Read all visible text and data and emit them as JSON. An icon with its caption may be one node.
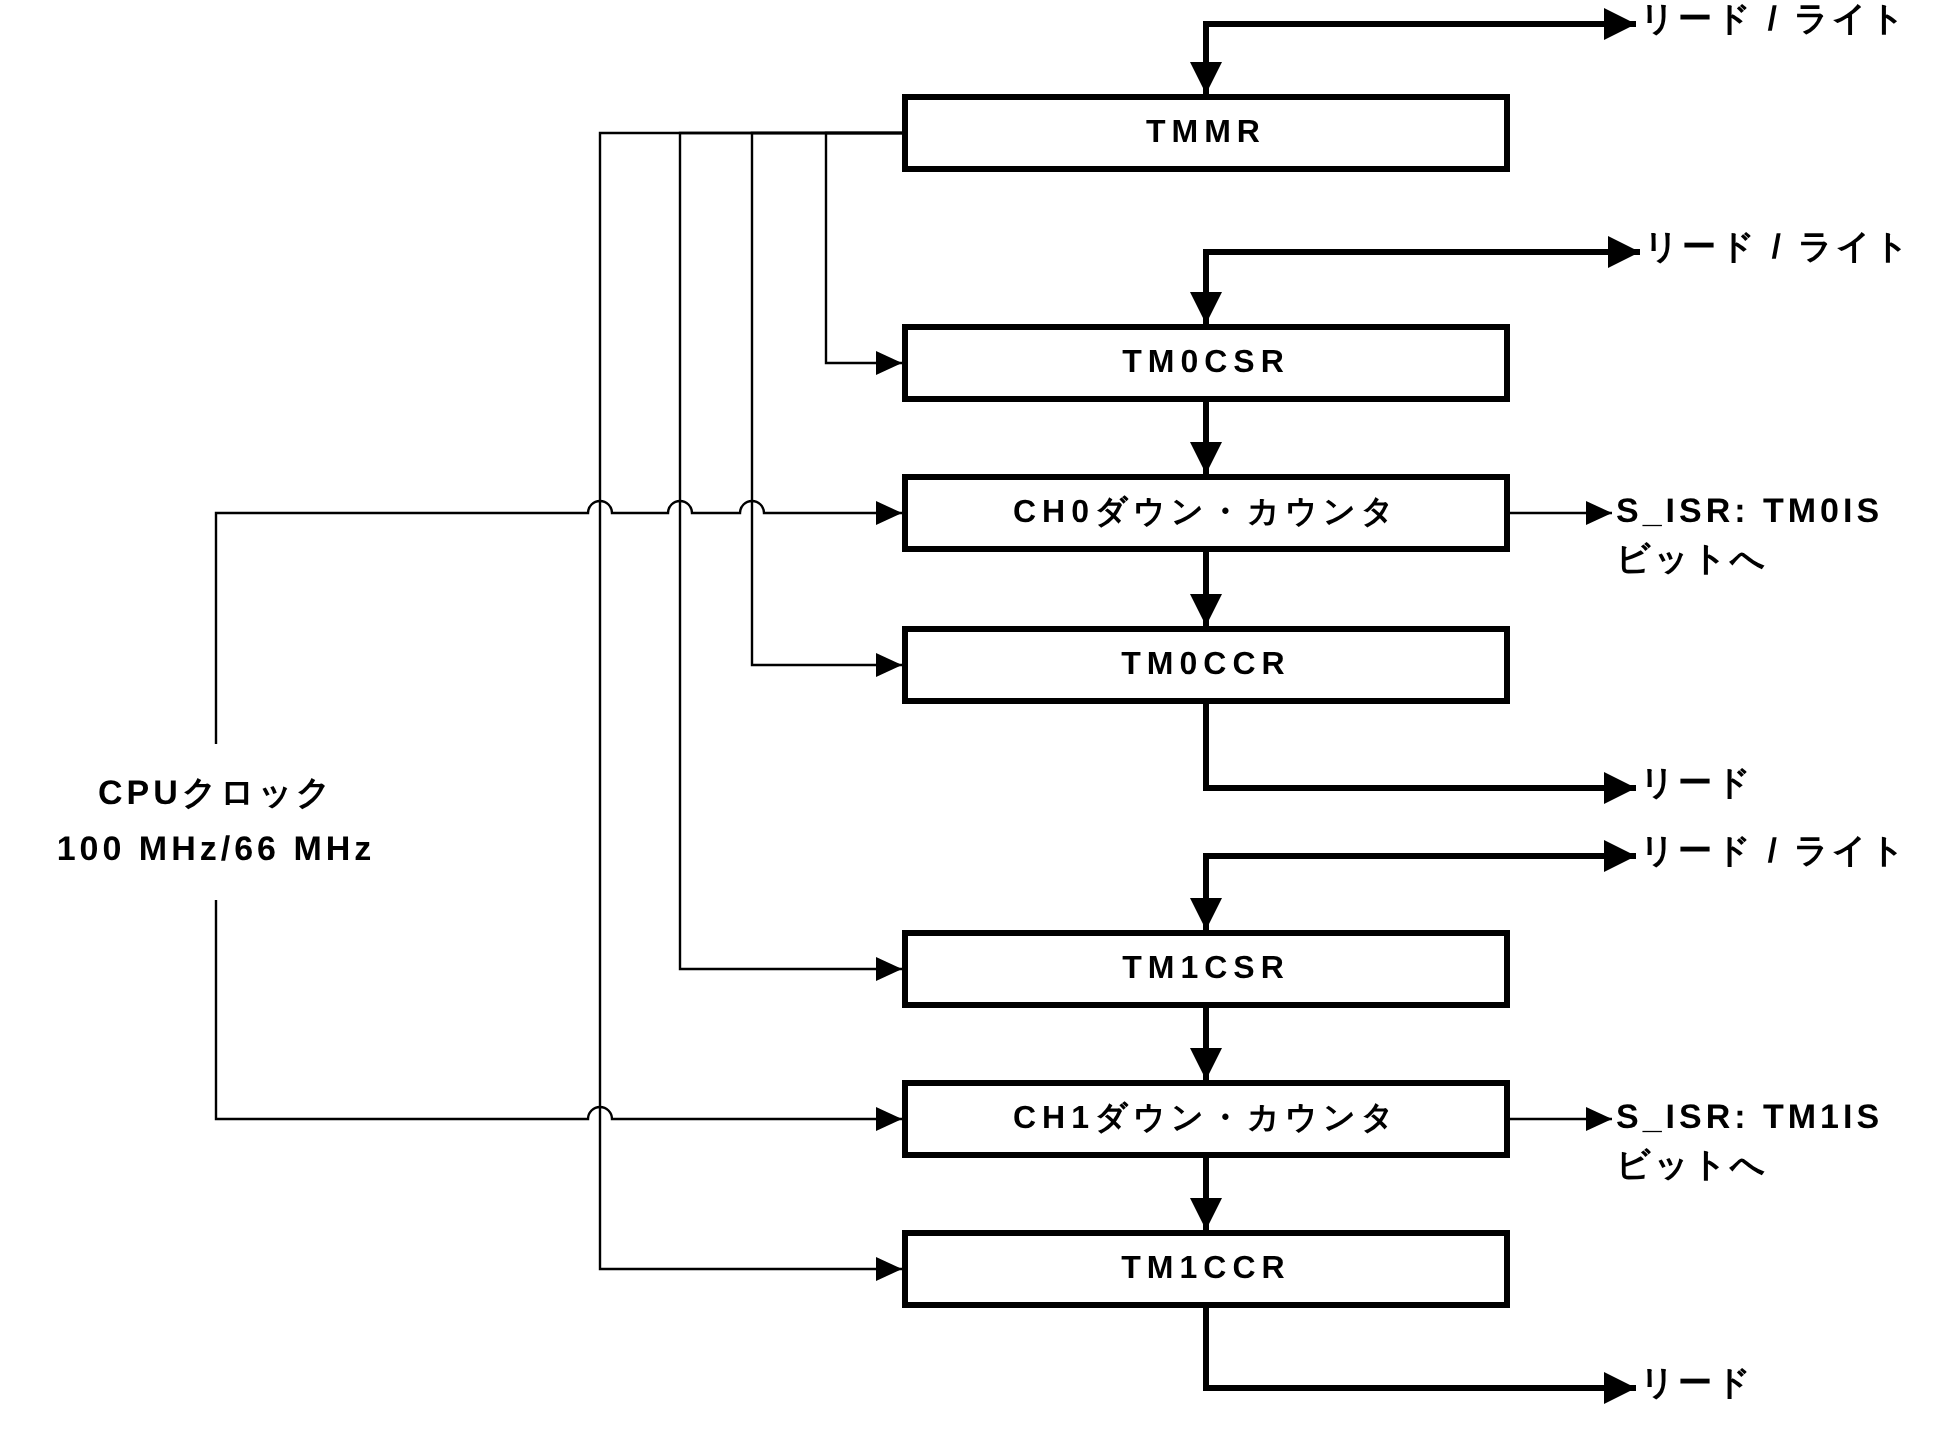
{
  "diagram": {
    "nodes": [
      {
        "text": [
          "リード / ライト"
        ]
      },
      {
        "text": [
          "TMMR"
        ]
      },
      {
        "text": [
          "リード / ライト"
        ]
      },
      {
        "text": [
          "TM0CSR"
        ]
      },
      {
        "text": [
          "CH0ダウン・カウンタ"
        ]
      },
      {
        "text": [
          "S_ISR: TM0ISビットへ"
        ]
      },
      {
        "text": [
          "TM0CCR"
        ]
      },
      {
        "text": [
          "CPUクロック",
          "100 MHz/66 MHz"
        ]
      },
      {
        "text": [
          "リード"
        ]
      },
      {
        "text": [
          "リード / ライト"
        ]
      },
      {
        "text": [
          "TM1CSR"
        ]
      },
      {
        "text": [
          "CH1ダウン・カウンタ"
        ]
      },
      {
        "text": [
          "S_ISR: TM1ISビットへ"
        ]
      },
      {
        "text": [
          "TM1CCR"
        ]
      },
      {
        "text": [
          "リード"
        ]
      }
    ],
    "edges": [
      {
        "from": 1,
        "to": 0,
        "arrow": "both"
      },
      {
        "from": 3,
        "to": 2,
        "arrow": "both"
      },
      {
        "from": 3,
        "to": 4,
        "arrow": "to"
      },
      {
        "from": 4,
        "to": 5,
        "arrow": "to"
      },
      {
        "from": 4,
        "to": 6,
        "arrow": "to"
      },
      {
        "from": 6,
        "to": 8,
        "arrow": "to"
      },
      {
        "from": 1,
        "to": 3,
        "arrow": "to"
      },
      {
        "from": 1,
        "to": 6,
        "arrow": "to"
      },
      {
        "from": 1,
        "to": 10,
        "arrow": "to"
      },
      {
        "from": 1,
        "to": 13,
        "arrow": "to"
      },
      {
        "from": 7,
        "to": 4,
        "arrow": "to"
      },
      {
        "from": 7,
        "to": 11,
        "arrow": "to"
      },
      {
        "from": 10,
        "to": 9,
        "arrow": "both"
      },
      {
        "from": 10,
        "to": 11,
        "arrow": "to"
      },
      {
        "from": 11,
        "to": 12,
        "arrow": "to"
      },
      {
        "from": 11,
        "to": 13,
        "arrow": "to"
      },
      {
        "from": 13,
        "to": 14,
        "arrow": "to"
      }
    ]
  }
}
